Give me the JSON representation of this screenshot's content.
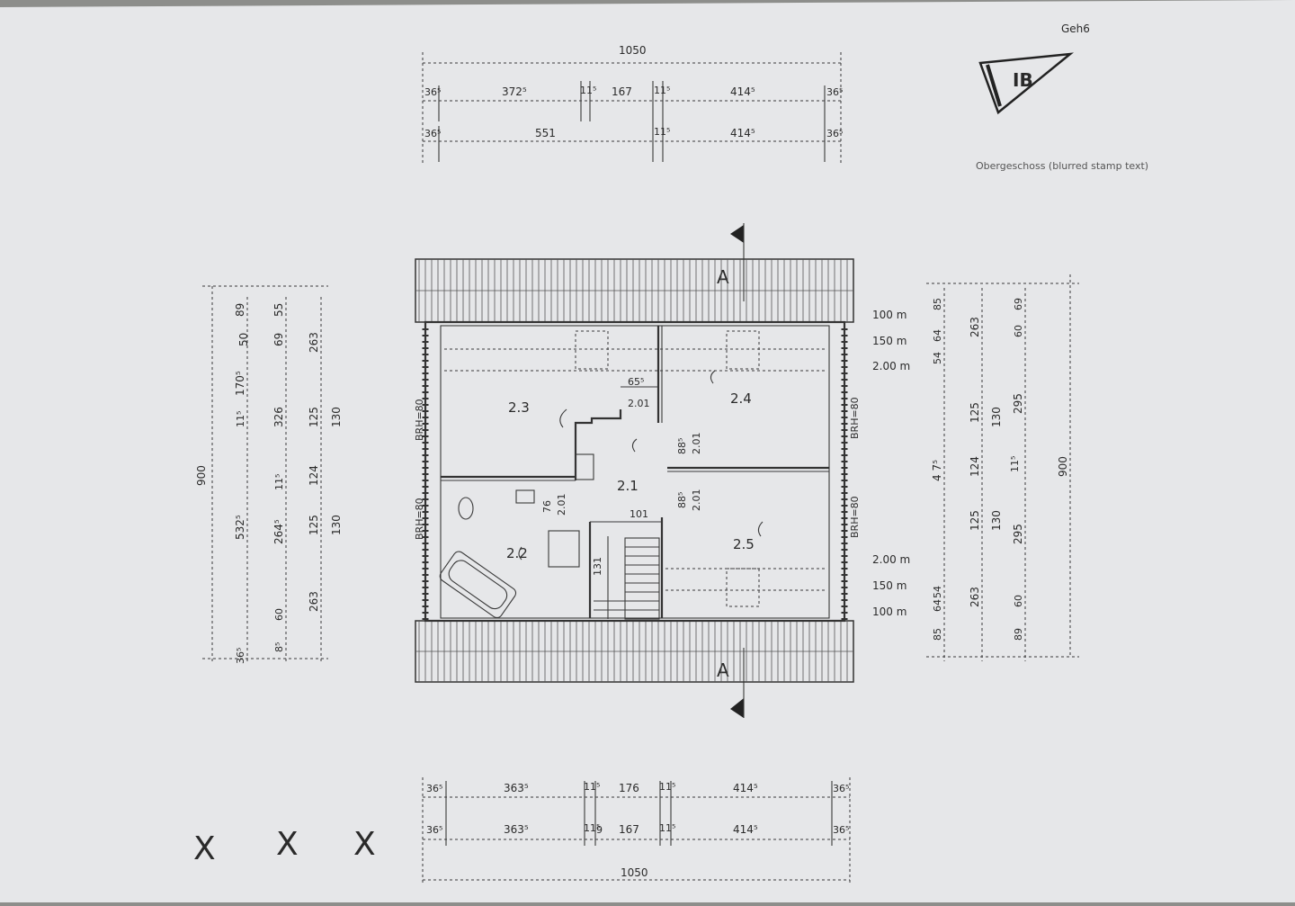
{
  "title_block": {
    "corner_note": "Geh6",
    "caption": "Obergeschoss (blurred stamp text)",
    "logo_text": "IB"
  },
  "section_marker": "A",
  "top_dims": {
    "overall": "1050",
    "row1": [
      "36⁵",
      "372⁵",
      "11⁵",
      "167",
      "11⁵",
      "414⁵",
      "36⁵"
    ],
    "row2": [
      "36⁵",
      "551",
      "11⁵",
      "414⁵",
      "36⁵"
    ]
  },
  "bottom_dims": {
    "overall": "1050",
    "row1": [
      "36⁵",
      "363⁵",
      "11⁵",
      "176",
      "11⁵",
      "414⁵",
      "36⁵"
    ],
    "row2": [
      "36⁵",
      "363⁵",
      "11⁵",
      "9",
      "167",
      "11⁵",
      "414⁵",
      "36⁵"
    ]
  },
  "left_dims": {
    "overall": "900",
    "col1": [
      "36⁵",
      "532⁵",
      "11⁵",
      "170⁵",
      "89"
    ],
    "col2": [
      "8⁵",
      "60",
      "264⁵",
      "11⁵",
      "326",
      "50",
      "69"
    ],
    "col3": [
      "263",
      "125",
      "124",
      "125",
      "263",
      "55"
    ],
    "col4": [
      "130",
      "130"
    ]
  },
  "right_dims": {
    "overall": "900",
    "heights": [
      "100 m",
      "150 m",
      "2.00 m",
      "2.00 m",
      "150 m",
      "100 m"
    ],
    "col1": [
      "85",
      "64",
      "54",
      "4 7⁵",
      "54",
      "64",
      "85"
    ],
    "col2": [
      "263",
      "125",
      "124",
      "125",
      "263"
    ],
    "col3": [
      "130",
      "130"
    ],
    "col4": [
      "60",
      "69",
      "295",
      "11⁵",
      "295",
      "60",
      "89"
    ]
  },
  "rooms": [
    "2.1",
    "2.2",
    "2.3",
    "2.4",
    "2.5"
  ],
  "door_labels": [
    "65⁵",
    "2.01",
    "88⁵",
    "2.01",
    "88⁵",
    "2.01",
    "76",
    "2.01",
    "101",
    "131"
  ],
  "brh_labels": [
    "BRH=80",
    "BRH=80",
    "BRH=80",
    "BRH=80"
  ],
  "crosses": [
    "X",
    "X",
    "X"
  ]
}
